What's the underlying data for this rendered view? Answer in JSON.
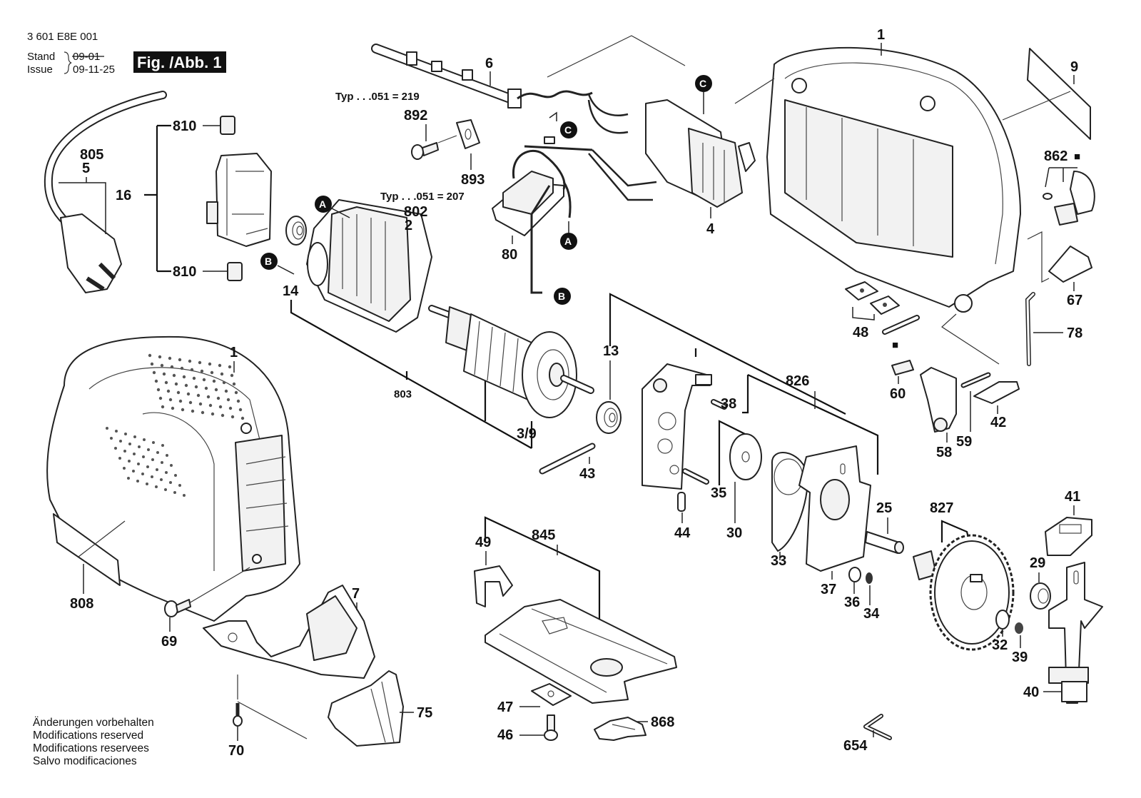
{
  "header": {
    "part_number": "3 601 E8E 001",
    "stand_label": "Stand",
    "issue_label": "Issue",
    "old_date_struck": "09-01",
    "issue_date": "09-11-25",
    "figure_badge": "Fig. /Abb. 1"
  },
  "footer_notes": [
    "Änderungen vorbehalten",
    "Modifications reserved",
    "Modifications reservees",
    "Salvo modificaciones"
  ],
  "type_notes": {
    "note_219": "Typ . . .051 = 219",
    "note_207": "Typ . . .051 = 207"
  },
  "reference_markers": {
    "A": "A",
    "B": "B",
    "C": "C"
  },
  "part_labels": {
    "p1_top": "1",
    "p1_left": "1",
    "p2": "2",
    "p3_9": "3/9",
    "p4": "4",
    "p5": "5",
    "p6": "6",
    "p7": "7",
    "p9": "9",
    "p13": "13",
    "p14": "14",
    "p16": "16",
    "p25": "25",
    "p29": "29",
    "p30": "30",
    "p32": "32",
    "p33": "33",
    "p34": "34",
    "p35": "35",
    "p36": "36",
    "p37": "37",
    "p38": "38",
    "p39": "39",
    "p40": "40",
    "p41": "41",
    "p42": "42",
    "p43": "43",
    "p44": "44",
    "p46": "46",
    "p47": "47",
    "p48": "48",
    "p49": "49",
    "p58": "58",
    "p59": "59",
    "p60": "60",
    "p67": "67",
    "p69": "69",
    "p70": "70",
    "p75": "75",
    "p78": "78",
    "p80": "80",
    "p654": "654",
    "p802": "802",
    "p803": "803",
    "p805": "805",
    "p808": "808",
    "p810_top": "810",
    "p810_bottom": "810",
    "p826": "826",
    "p827": "827",
    "p845": "845",
    "p862": "862",
    "p868": "868",
    "p892": "892",
    "p893": "893"
  },
  "marker_symbols": {
    "p862_square": "■",
    "p48_square": "■"
  }
}
